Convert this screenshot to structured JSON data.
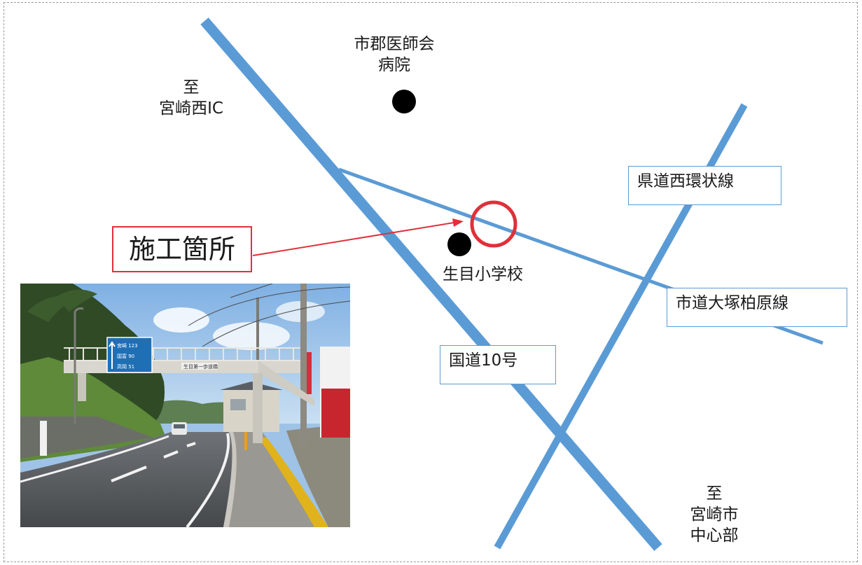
{
  "colors": {
    "road": "#5b9bd5",
    "highlight": "#e0303a",
    "marker": "#000000",
    "label_box_border": "#5b9bd5",
    "callout_border": "#e0303a"
  },
  "labels": {
    "to_miyazaki_west_ic": [
      "至",
      "宮崎西IC"
    ],
    "hospital": [
      "市郡医師会",
      "病院"
    ],
    "school": "生目小学校",
    "to_city_center": [
      "至",
      "宮崎市",
      "中心部"
    ]
  },
  "road_labels": {
    "prefectural_road": "県道西環状線",
    "city_road": "市道大塚柏原線",
    "national_route": "国道10号"
  },
  "construction_site": {
    "label": "施工箇所"
  },
  "photo": {
    "sign_lines": [
      "宮崎 123",
      "国富 90",
      "高岡 51"
    ],
    "bridge_name": "生目第一歩道橋"
  }
}
